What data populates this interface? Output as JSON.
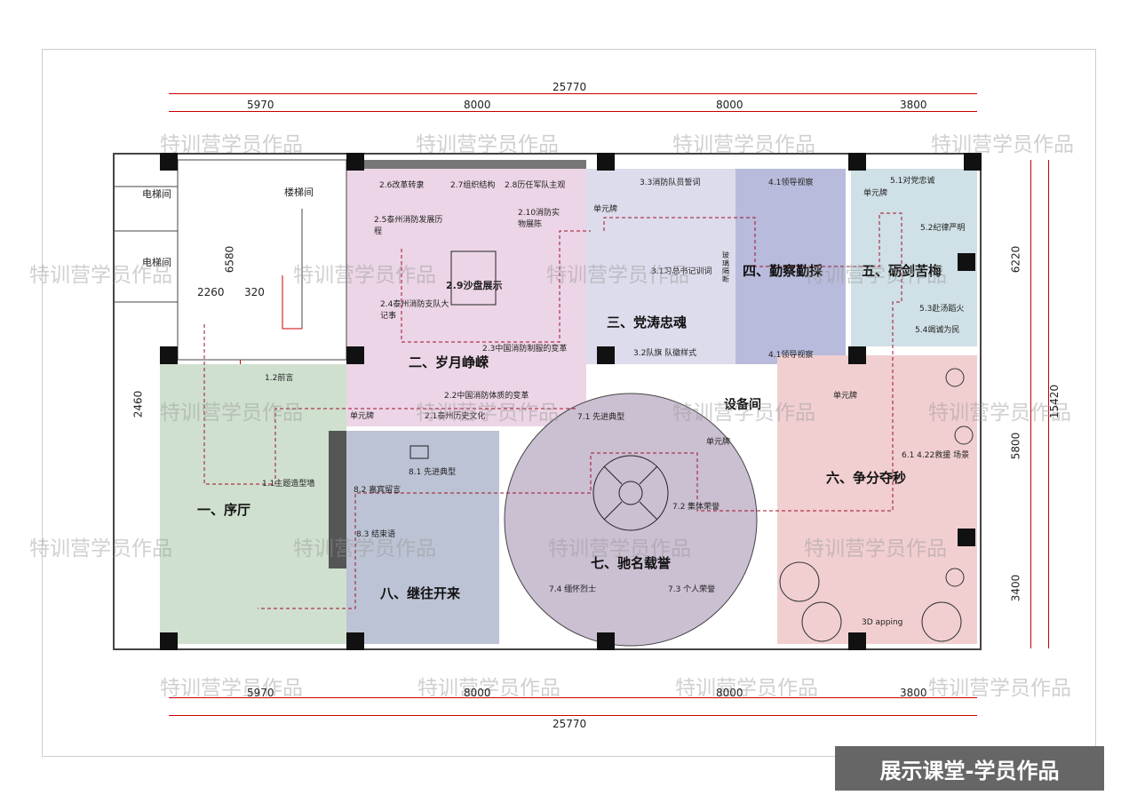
{
  "colors": {
    "entrance": "#cfe0cf",
    "era": "#ecd5e6",
    "party": "#dddcec",
    "inspect": "#b9bbdc",
    "sword": "#cfe0e6",
    "race": "#f1cfd0",
    "future": "#bcc3d4",
    "honor": "#cbbfd2",
    "route": "#a0102a",
    "dimension": "#cc0000"
  },
  "dimensions": {
    "total": "25770",
    "top": [
      "5970",
      "8000",
      "8000",
      "3800"
    ],
    "bottom": [
      "5970",
      "8000",
      "8000",
      "3800"
    ],
    "right": [
      "6220",
      "15420",
      "5800",
      "3400"
    ],
    "left": [
      "6580",
      "2260",
      "320",
      "2460"
    ]
  },
  "zones": {
    "entrance": "一、序厅",
    "era": "二、岁月峥嵘",
    "party": "三、党涛忠魂",
    "inspect": "四、勤察勤採",
    "sword": "五、砺剑苦梅",
    "race": "六、争分夺秒",
    "honor": "七、驰名载誉",
    "future": "八、继往开来",
    "equipment": "设备间",
    "elevator1": "电梯间",
    "elevator2": "电梯间",
    "stairs": "楼梯间"
  },
  "labels": [
    "1.2前言",
    "1.1主题造型墙",
    "2.1泰州历史文化",
    "2.2中国消防体质的变革",
    "2.3中国消防制服的变革",
    "2.4泰州消防支队大记事",
    "2.5泰州消防发展历程",
    "2.6改革转隶",
    "2.7组织结构",
    "2.8历任军队主观",
    "2.9沙盘展示",
    "2.10消防实物展陈",
    "单元牌",
    "3.3消防队员誓词",
    "3.1习总书记训词",
    "3.2队旗 队徽样式",
    "单元牌",
    "4.1领导视察",
    "4.1领导视察",
    "玻璃隔断",
    "5.1对党忠诚",
    "单元牌",
    "5.2纪律严明",
    "5.3赴汤蹈火",
    "5.4竭诚为民",
    "单元牌",
    "6.1 4.22救援 场景",
    "3D apping",
    "7.1 先进典型",
    "单元牌",
    "7.2 集体荣誉",
    "7.3 个人荣誉",
    "7.4 缅怀烈士",
    "8.1 先进典型",
    "8.2 嘉宾留言",
    "8.3 结束语"
  ],
  "watermark": "特训营学员作品",
  "badge": "展示课堂-学员作品"
}
